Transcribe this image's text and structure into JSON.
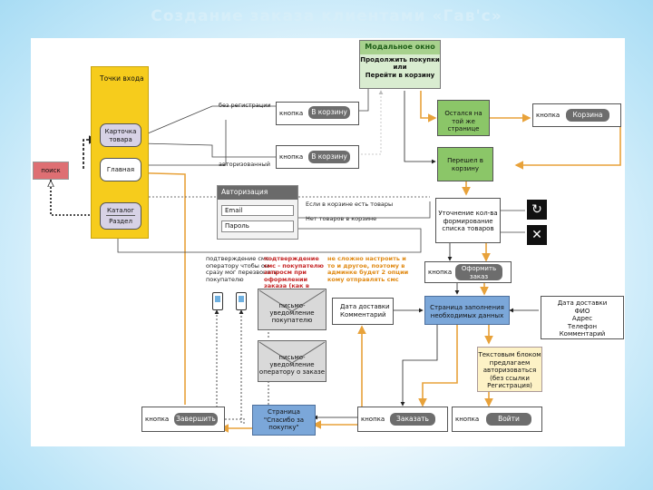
{
  "title": "Создание заказа клиентами «Гав'с»",
  "entry": {
    "heading": "Точки входа"
  },
  "search": "поиск",
  "product_card": "Карточка товара",
  "main_page": "Главная",
  "catalog": "Каталог",
  "section": "Раздел",
  "button_word": "кнопка",
  "btn_to_cart": "В корзину",
  "btn_cart": "Корзина",
  "btn_checkout": "Оформить заказ",
  "btn_order": "Заказать",
  "btn_login": "Войти",
  "btn_finish": "Завершить",
  "label_no_reg": "без регистрации",
  "label_auth": "авторизованный",
  "modal": {
    "title": "Модальное окно",
    "line1": "Продолжить покупки",
    "line2": "или",
    "line3": "Перейти в корзину"
  },
  "stayed": "Остался на той же странице",
  "went_cart": "Перешел в корзину",
  "clarify": "Уточнение кол-ва формирование списка товаров",
  "auth": {
    "title": "Авторизация",
    "email": "Email",
    "password": "Пароль"
  },
  "label_cart_has": "Если в корзине есть товары",
  "label_cart_empty": "Нет товаров в корзине",
  "sms_note": "подтверждение смс - оператору чтобы он сразу мог перезвонить покупателю",
  "red_note": "подтверждение смс - покупателю запросм при оформлении заказа (как в образце)",
  "orange_note": "не сложно настроить и то и другое, поэтому в админке будет 2 опции кому отправлять смс",
  "delivery_comment": "Дата доставки Комментарий",
  "fill_page": "Страница заполнения необходимых данных",
  "fields": [
    "Дата доставки",
    "ФИО",
    "Адрес",
    "Телефон",
    "Комментарий"
  ],
  "text_block": "Текстовым блоком предлагаем авторизоваться (без ссылки Регистрация)",
  "letter_buyer": "письмо-уведомление покупателю",
  "letter_operator": "письмо-уведомление оператору о заказе",
  "thanks_page": "Страница \"Спасибо за покупку\"",
  "colors": {
    "yellow": "#f6cc1c",
    "green": "#8bc668",
    "blue": "#7ba7d9",
    "lightgreen": "#d9ecd0",
    "red": "#de6f73",
    "orange": "#e8a23a",
    "cream": "#fdf2c6"
  }
}
